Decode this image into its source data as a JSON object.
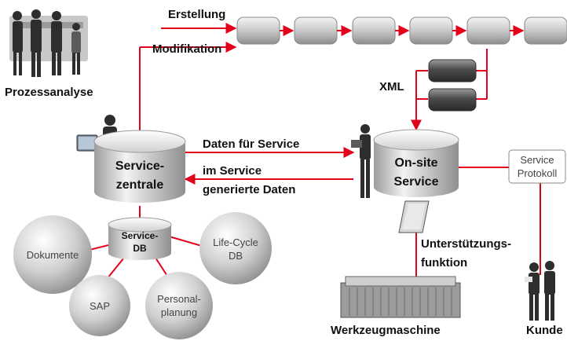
{
  "labels": {
    "erstellung": "Erstellung",
    "modifikation": "Modifikation",
    "prozessanalyse": "Prozessanalyse",
    "xml": "XML",
    "daten_fuer_service": "Daten für Service",
    "im_service": "im Service",
    "generierte_daten": "generierte Daten",
    "servicezentrale_1": "Service-",
    "servicezentrale_2": "zentrale",
    "onsite_1": "On-site",
    "onsite_2": "Service",
    "service_db_1": "Service-",
    "service_db_2": "DB",
    "service_protokoll_1": "Service",
    "service_protokoll_2": "Protokoll",
    "unterstuetzung_1": "Unterstützungs-",
    "unterstuetzung_2": "funktion",
    "werkzeugmaschine": "Werkzeugmaschine",
    "kunde": "Kunde"
  },
  "spheres": {
    "dokumente": "Dokumente",
    "lifecycle_1": "Life-Cycle",
    "lifecycle_2": "DB",
    "sap": "SAP",
    "personal_1": "Personal-",
    "personal_2": "planung"
  },
  "colors": {
    "accent_red": "#e2001a",
    "text": "#111111",
    "box_gray": "#a9a9a9",
    "dark_box": "#4a4a4a"
  }
}
